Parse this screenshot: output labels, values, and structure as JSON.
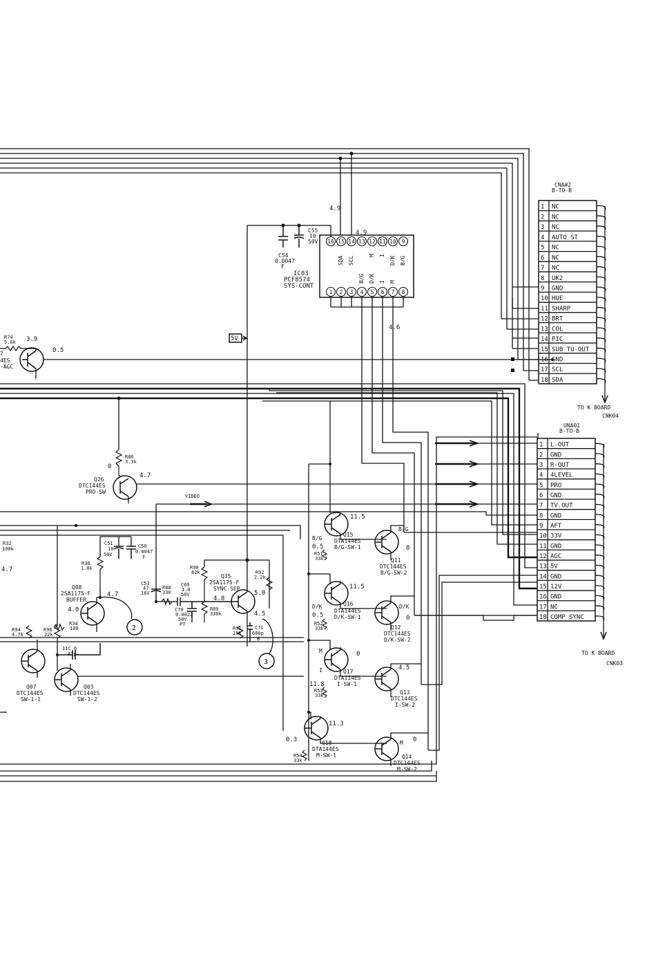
{
  "ic": {
    "ref": "IC03",
    "part": "PCF8574",
    "func": "SYS-CONT",
    "top_pins": [
      "16",
      "15",
      "14",
      "13",
      "12",
      "11",
      "10",
      "9"
    ],
    "bottom_pins": [
      "1",
      "2",
      "3",
      "4",
      "5",
      "6",
      "7",
      "8"
    ],
    "top_sigs": [
      "SDA",
      "SCL",
      "M",
      "I",
      "D/K",
      "B/G"
    ],
    "bottom_sigs": [
      "B/G",
      "D/K",
      "I",
      "M"
    ],
    "v_sda": "4.9",
    "v_scl": "4.9",
    "v_out": "4.6"
  },
  "caps_top": {
    "c55": [
      "C55",
      "10",
      "50V"
    ],
    "c54": [
      "C54",
      "0.0047",
      "F"
    ]
  },
  "supply_tag": "5V",
  "cna": {
    "title": "CNA#2",
    "subtitle": "B-TO-B",
    "nums": [
      "1",
      "2",
      "3",
      "4",
      "5",
      "6",
      "7",
      "8",
      "9",
      "10",
      "11",
      "12",
      "13",
      "14",
      "15",
      "16",
      "17",
      "18"
    ],
    "names": [
      "NC",
      "NC",
      "NC",
      "AUTO ST",
      "NC",
      "NC",
      "NC",
      "UK2",
      "GND",
      "HUE",
      "SHARP",
      "BRT",
      "COL",
      "PIC",
      "SUB TU-OUT",
      "GND",
      "SCL",
      "SDA"
    ],
    "dest1": "TO K BOARD",
    "dest2": "CNK04"
  },
  "una": {
    "title": "UNA01",
    "subtitle": "B-TO-B",
    "nums": [
      "1",
      "2",
      "3",
      "4",
      "5",
      "6",
      "7",
      "8",
      "9",
      "10",
      "11",
      "12",
      "13",
      "14",
      "15",
      "16",
      "17",
      "18"
    ],
    "names": [
      "L-OUT",
      "GND",
      "R-OUT",
      "4LEVEL",
      "PRO",
      "GND",
      "TV.OUT",
      "GND",
      "AFT",
      "33V",
      "GND",
      "AGC",
      "5V",
      "GND",
      "12V",
      "GND",
      "NC",
      "COMP SYNC"
    ],
    "dest1": "TO K BOARD",
    "dest2": "CNK03"
  },
  "left": {
    "r74": [
      "R74",
      "5.6k"
    ],
    "agc_v1": "3.9",
    "agc_v2": "0.5",
    "agc_l1": "4ES",
    "agc_l2": "-AGC",
    "agc_l0": "7",
    "r86": [
      "R86",
      "3.3k"
    ],
    "q26_v0": "0",
    "q26_v": "4.7",
    "q26": [
      "Q26",
      "DTC144ES",
      "PRO-SW"
    ],
    "video": "VIDEO",
    "r32": [
      "R32",
      "100k"
    ],
    "v47": "4.7",
    "c51": [
      "C51",
      "10",
      "50V"
    ],
    "c50": [
      "C50",
      "0.0047",
      "F"
    ],
    "r36": [
      "R36",
      "1.0k"
    ],
    "q08": [
      "Q08",
      "2SA1175-F",
      "BUFFER"
    ],
    "q08_v1": "4.0",
    "q08_v2": "4.7",
    "r34": [
      "R34",
      "100"
    ],
    "r94": [
      "R94",
      "4.7k"
    ],
    "r96": [
      "R96",
      "22k"
    ],
    "c11": [
      "11C",
      "47p",
      "6"
    ],
    "c53": [
      "C53",
      "47",
      "16V"
    ],
    "r88": [
      "R88",
      "330"
    ],
    "c69": [
      "C69",
      "1.0",
      "50V"
    ],
    "c70": [
      "C70",
      "0.0022",
      "50V",
      "PT"
    ],
    "r89": [
      "R89",
      "330k"
    ],
    "r90": [
      "R90",
      "82k"
    ],
    "q35": [
      "Q35",
      "2SA1175-F",
      "SYNC-SEP"
    ],
    "q35_v1": "4.8",
    "q35_v2": "5.0",
    "q35_v3": "4.5",
    "r92": [
      "R92",
      "2.2k"
    ],
    "r91": [
      "R91",
      "10k"
    ],
    "c71": [
      "C71",
      "680p",
      "B"
    ],
    "q07": [
      "Q07",
      "DTC144ES",
      "SW-1-1"
    ],
    "q03": [
      "Q03",
      "DTC144ES",
      "SW-1-2"
    ],
    "node2": "2",
    "node3": "3"
  },
  "sw": {
    "q15": [
      "Q15",
      "DTA144ES",
      "B/G-SW-1"
    ],
    "q15_v": "11.5",
    "q15_in": "B/G",
    "q15_v0": "0.5",
    "r51": [
      "R51",
      "33k"
    ],
    "q11": [
      "Q11",
      "DTC144ES",
      "B/G-SW-2"
    ],
    "q11_in": "B/G",
    "q11_v": "0",
    "q16": [
      "Q16",
      "DTA144ES",
      "D/K-SW-1"
    ],
    "q16_v": "11.5",
    "q16_in": "D/K",
    "q16_v0": "0.5",
    "r52": [
      "R52",
      "33k"
    ],
    "q12": [
      "Q12",
      "DTC144ES",
      "D/K-SW-2"
    ],
    "q12_in": "D/K",
    "q12_v": "0",
    "q17": [
      "Q17",
      "DTA114ES",
      "I-SW-1"
    ],
    "q17_v": "0",
    "q17_m": "M",
    "q17_i": "I",
    "q17_v1": "11.8",
    "r53": [
      "R53",
      "33k"
    ],
    "q13": [
      "Q13",
      "DTC144ES",
      "I-SW-2"
    ],
    "q13_v": "4.5",
    "q18": [
      "Q18",
      "DTA144ES",
      "M-SW-1"
    ],
    "q18_v": "11.3",
    "q18_v0": "0.3",
    "r54": [
      "R54",
      "33k"
    ],
    "q14": [
      "Q14",
      "DTC144ES",
      "M-SW-2"
    ],
    "q14_in": "M",
    "q14_v": "0"
  }
}
